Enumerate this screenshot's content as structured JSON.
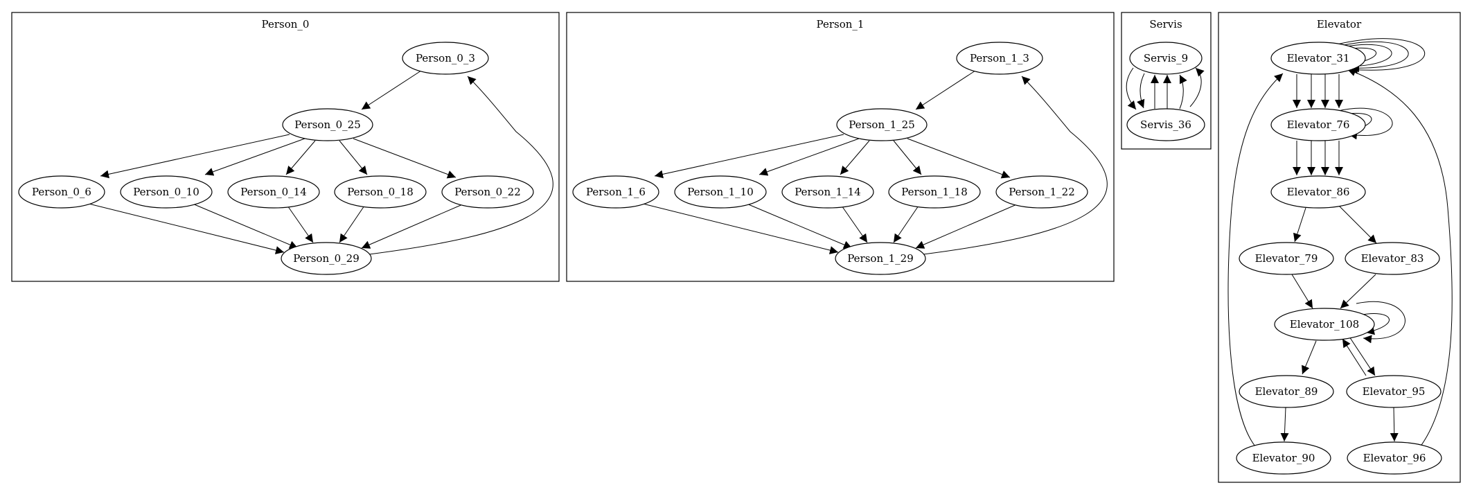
{
  "clusters": {
    "person0": {
      "label": "Person_0"
    },
    "person1": {
      "label": "Person_1"
    },
    "servis": {
      "label": "Servis"
    },
    "elevator": {
      "label": "Elevator"
    }
  },
  "nodes": {
    "p0_3": "Person_0_3",
    "p0_25": "Person_0_25",
    "p0_6": "Person_0_6",
    "p0_10": "Person_0_10",
    "p0_14": "Person_0_14",
    "p0_18": "Person_0_18",
    "p0_22": "Person_0_22",
    "p0_29": "Person_0_29",
    "p1_3": "Person_1_3",
    "p1_25": "Person_1_25",
    "p1_6": "Person_1_6",
    "p1_10": "Person_1_10",
    "p1_14": "Person_1_14",
    "p1_18": "Person_1_18",
    "p1_22": "Person_1_22",
    "p1_29": "Person_1_29",
    "s_9": "Servis_9",
    "s_36": "Servis_36",
    "e_31": "Elevator_31",
    "e_76": "Elevator_76",
    "e_86": "Elevator_86",
    "e_79": "Elevator_79",
    "e_83": "Elevator_83",
    "e_108": "Elevator_108",
    "e_89": "Elevator_89",
    "e_95": "Elevator_95",
    "e_90": "Elevator_90",
    "e_96": "Elevator_96"
  },
  "edges": [
    {
      "from": "Person_0_3",
      "to": "Person_0_25"
    },
    {
      "from": "Person_0_25",
      "to": "Person_0_6"
    },
    {
      "from": "Person_0_25",
      "to": "Person_0_10"
    },
    {
      "from": "Person_0_25",
      "to": "Person_0_14"
    },
    {
      "from": "Person_0_25",
      "to": "Person_0_18"
    },
    {
      "from": "Person_0_25",
      "to": "Person_0_22"
    },
    {
      "from": "Person_0_6",
      "to": "Person_0_29"
    },
    {
      "from": "Person_0_10",
      "to": "Person_0_29"
    },
    {
      "from": "Person_0_14",
      "to": "Person_0_29"
    },
    {
      "from": "Person_0_18",
      "to": "Person_0_29"
    },
    {
      "from": "Person_0_22",
      "to": "Person_0_29"
    },
    {
      "from": "Person_0_29",
      "to": "Person_0_3"
    },
    {
      "from": "Person_1_3",
      "to": "Person_1_25"
    },
    {
      "from": "Person_1_25",
      "to": "Person_1_6"
    },
    {
      "from": "Person_1_25",
      "to": "Person_1_10"
    },
    {
      "from": "Person_1_25",
      "to": "Person_1_14"
    },
    {
      "from": "Person_1_25",
      "to": "Person_1_18"
    },
    {
      "from": "Person_1_25",
      "to": "Person_1_22"
    },
    {
      "from": "Person_1_6",
      "to": "Person_1_29"
    },
    {
      "from": "Person_1_10",
      "to": "Person_1_29"
    },
    {
      "from": "Person_1_14",
      "to": "Person_1_29"
    },
    {
      "from": "Person_1_18",
      "to": "Person_1_29"
    },
    {
      "from": "Person_1_22",
      "to": "Person_1_29"
    },
    {
      "from": "Person_1_29",
      "to": "Person_1_3"
    },
    {
      "from": "Servis_9",
      "to": "Servis_36",
      "count": 2
    },
    {
      "from": "Servis_36",
      "to": "Servis_9",
      "count": 4
    },
    {
      "from": "Elevator_31",
      "to": "Elevator_31",
      "count": 4
    },
    {
      "from": "Elevator_31",
      "to": "Elevator_76",
      "count": 4
    },
    {
      "from": "Elevator_76",
      "to": "Elevator_76",
      "count": 2
    },
    {
      "from": "Elevator_76",
      "to": "Elevator_86",
      "count": 4
    },
    {
      "from": "Elevator_86",
      "to": "Elevator_79"
    },
    {
      "from": "Elevator_86",
      "to": "Elevator_83"
    },
    {
      "from": "Elevator_79",
      "to": "Elevator_108"
    },
    {
      "from": "Elevator_83",
      "to": "Elevator_108"
    },
    {
      "from": "Elevator_108",
      "to": "Elevator_108",
      "count": 2
    },
    {
      "from": "Elevator_108",
      "to": "Elevator_89"
    },
    {
      "from": "Elevator_108",
      "to": "Elevator_95"
    },
    {
      "from": "Elevator_95",
      "to": "Elevator_108"
    },
    {
      "from": "Elevator_89",
      "to": "Elevator_90"
    },
    {
      "from": "Elevator_95",
      "to": "Elevator_96"
    },
    {
      "from": "Elevator_90",
      "to": "Elevator_31"
    },
    {
      "from": "Elevator_96",
      "to": "Elevator_31"
    }
  ]
}
